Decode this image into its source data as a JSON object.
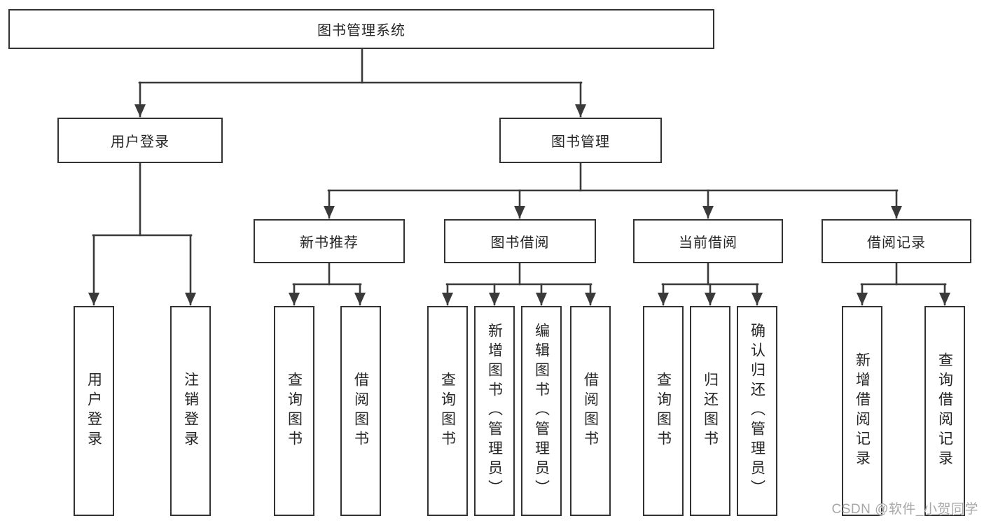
{
  "watermark": "CSDN @软件_小贺同学",
  "colors": {
    "line": "#3a3a3a",
    "box_border": "#333333",
    "box_fill": "#ffffff",
    "text": "#262626",
    "watermark": "#a8a8a8",
    "background": "#ffffff"
  },
  "tree": {
    "root": {
      "label": "图书管理系统"
    },
    "branches": [
      {
        "label": "用户登录",
        "children": [
          {
            "label": "用户登录"
          },
          {
            "label": "注销登录"
          }
        ]
      },
      {
        "label": "图书管理",
        "children": [
          {
            "label": "新书推荐",
            "children": [
              {
                "label": "查询图书"
              },
              {
                "label": "借阅图书"
              }
            ]
          },
          {
            "label": "图书借阅",
            "children": [
              {
                "label": "查询图书"
              },
              {
                "label": "新增图书（管理员）"
              },
              {
                "label": "编辑图书（管理员）"
              },
              {
                "label": "借阅图书"
              }
            ]
          },
          {
            "label": "当前借阅",
            "children": [
              {
                "label": "查询图书"
              },
              {
                "label": "归还图书"
              },
              {
                "label": "确认归还（管理员）"
              }
            ]
          },
          {
            "label": "借阅记录",
            "children": [
              {
                "label": "新增借阅记录"
              },
              {
                "label": "查询借阅记录"
              }
            ]
          }
        ]
      }
    ]
  }
}
